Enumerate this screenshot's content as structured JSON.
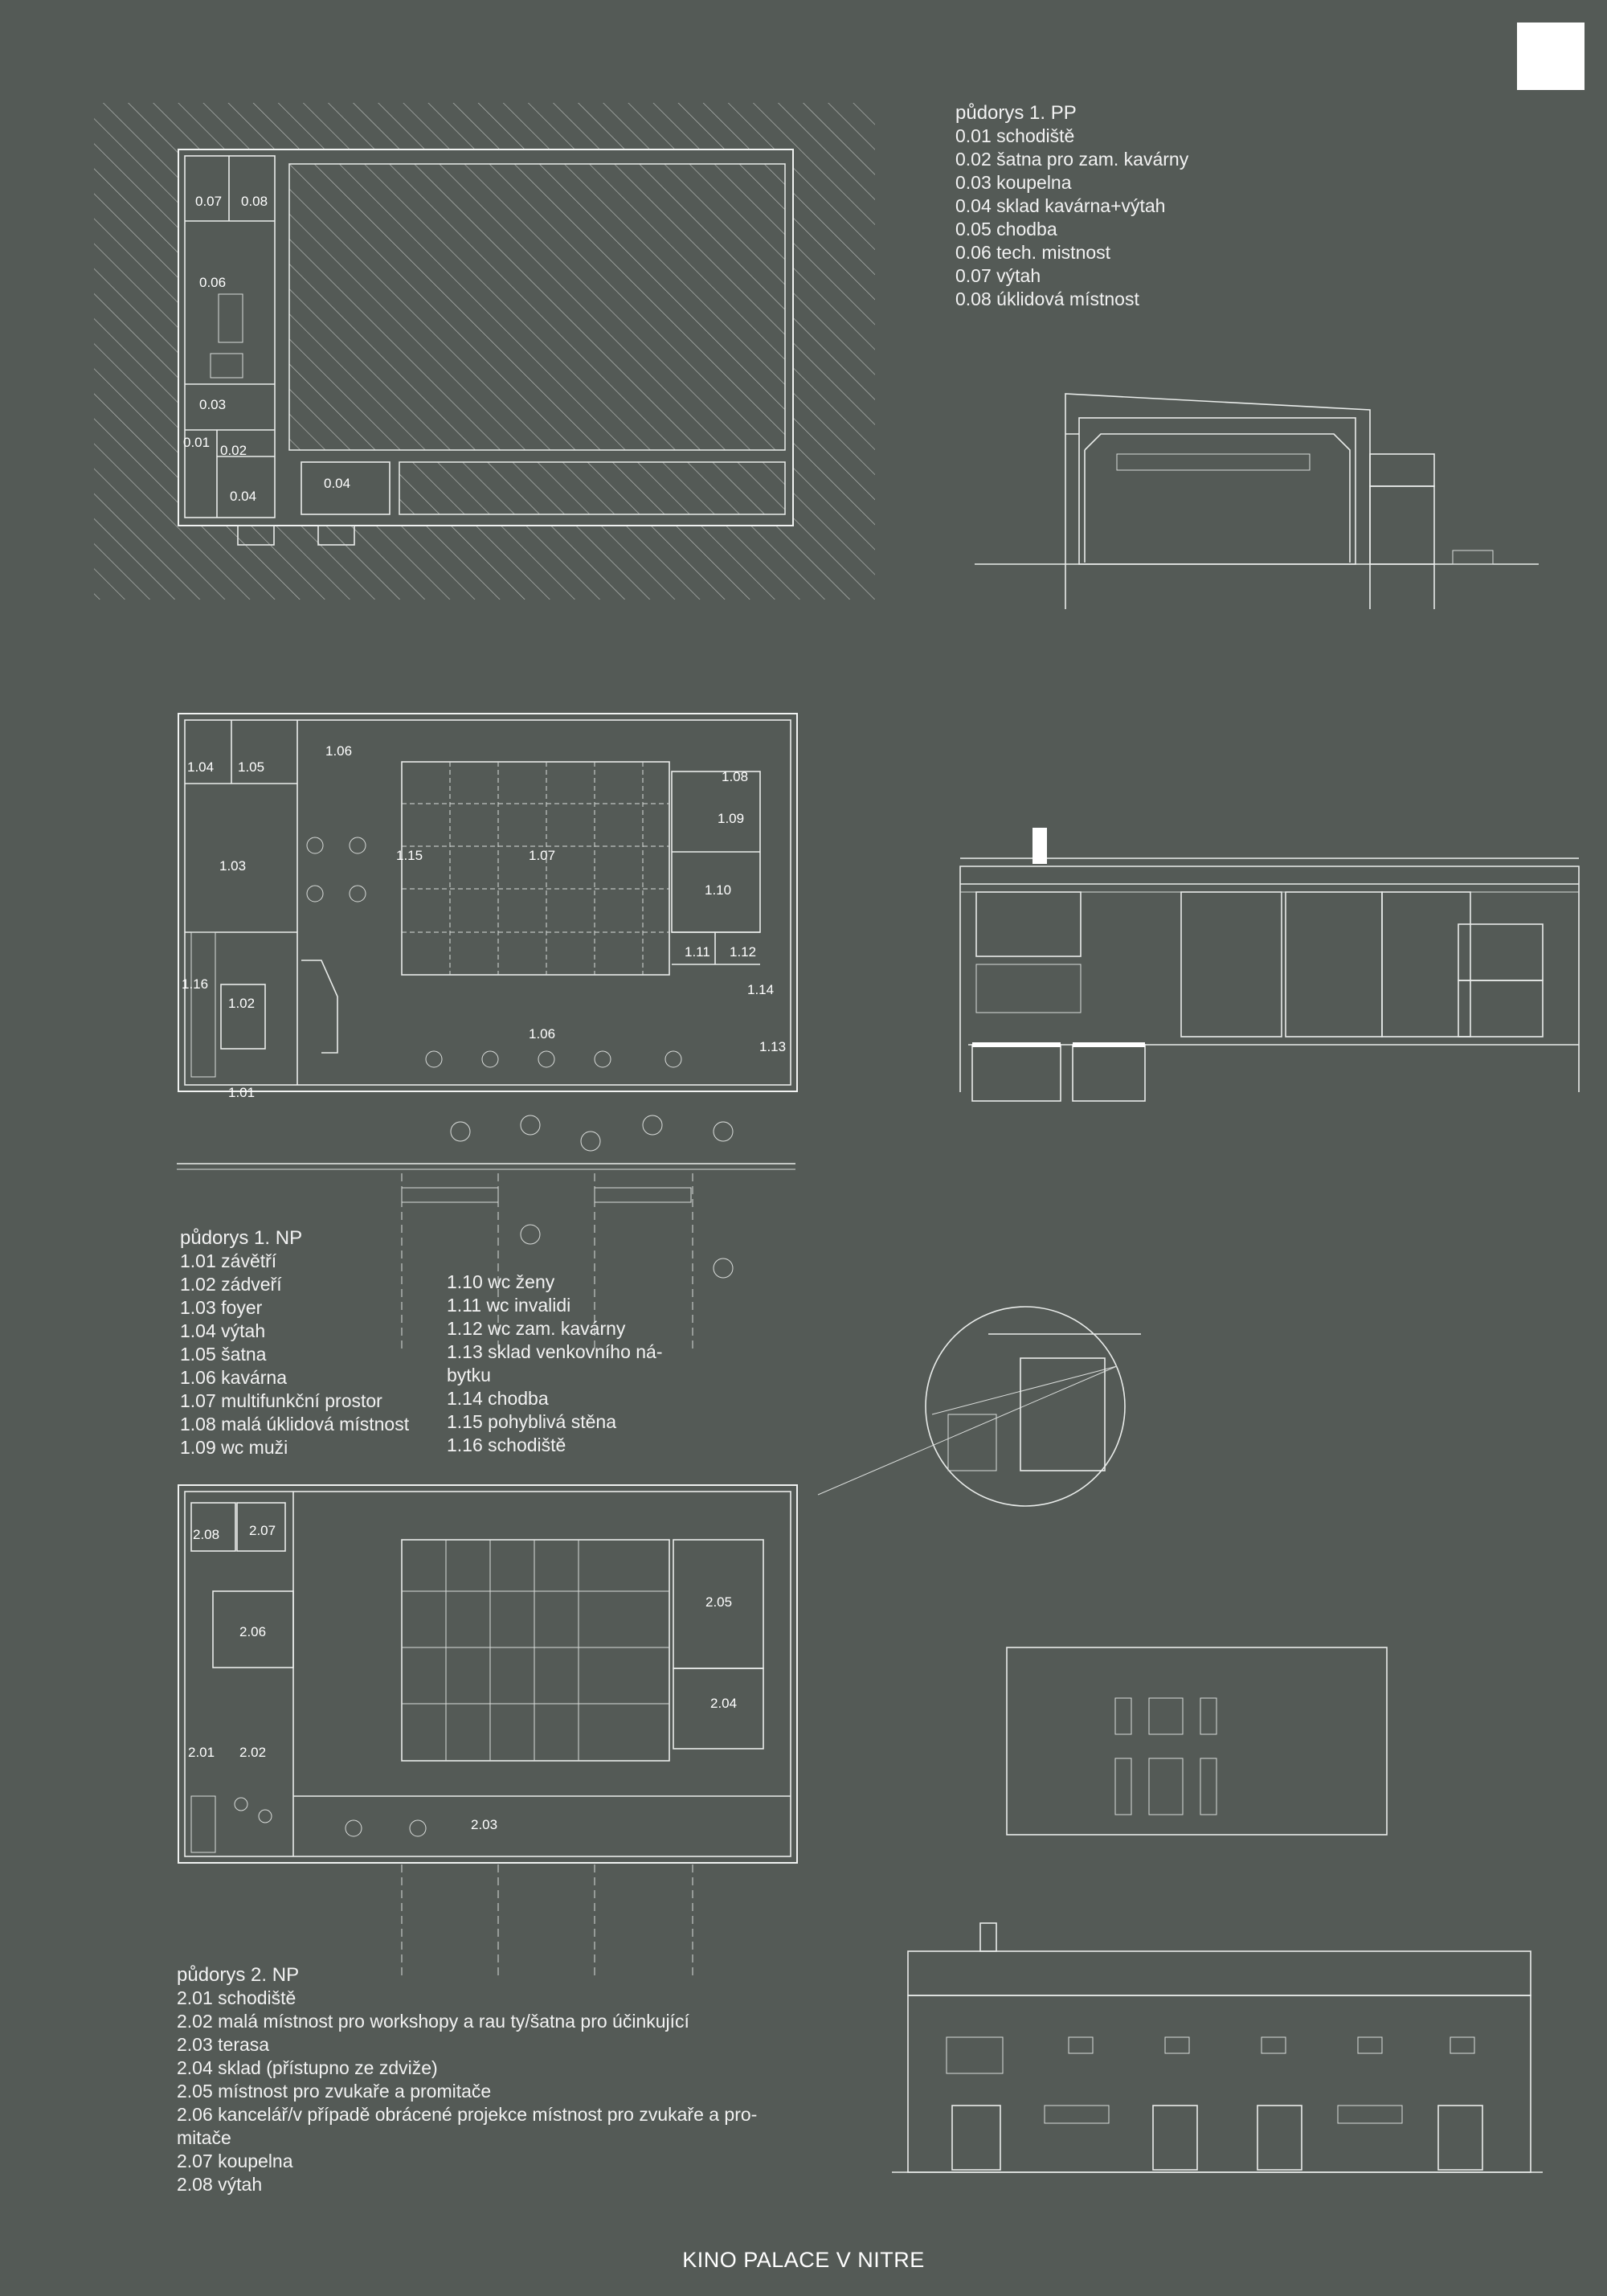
{
  "sheet_title": "KINO PALACE V NITRE",
  "legend_pp": {
    "title": "půdorys 1. PP",
    "items": [
      "0.01 schodiště",
      "0.02 šatna pro zam. kavárny",
      "0.03 koupelna",
      "0.04 sklad kavárna+výtah",
      "0.05 chodba",
      "0.06 tech. mistnost",
      "0.07 výtah",
      "0.08 úklidová místnost"
    ]
  },
  "legend_np1": {
    "title": "půdorys 1. NP",
    "col1": [
      "1.01 závětří",
      "1.02 zádveří",
      "1.03 foyer",
      "1.04 výtah",
      "1.05 šatna",
      "1.06 kavárna",
      "1.07 multifunkční prostor",
      "1.08 malá úklidová místnost",
      "1.09 wc muži"
    ],
    "col2": [
      "1.10 wc ženy",
      "1.11 wc invalidi",
      "1.12 wc zam. kavárny",
      "1.13 sklad venkovního ná-",
      "bytku",
      "1.14 chodba",
      "1.15 pohyblivá stěna",
      "1.16 schodiště"
    ]
  },
  "legend_np2": {
    "title": "půdorys 2. NP",
    "items": [
      "2.01 schodiště",
      "2.02 malá místnost pro workshopy a rau      ty/šatna pro účinkující",
      "2.03 terasa",
      "2.04 sklad (přístupno ze zdviže)",
      "2.05 místnost pro zvukaře a promitače",
      "2.06 kancelář/v případě obrácené projekce místnost pro zvukaře a pro-",
      "mitače",
      "2.07 koupelna",
      "2.08 výtah"
    ]
  },
  "room_labels_pp": [
    "0.07",
    "0.08",
    "0.06",
    "0.03",
    "0.01",
    "0.02",
    "0.04",
    "0.04"
  ],
  "room_labels_np1": [
    "1.04",
    "1.05",
    "1.06",
    "1.03",
    "1.15",
    "1.07",
    "1.08",
    "1.09",
    "1.10",
    "1.11",
    "1.12",
    "1.14",
    "1.16",
    "1.02",
    "1.06",
    "1.13",
    "1.01"
  ],
  "room_labels_np2": [
    "2.08",
    "2.07",
    "2.06",
    "2.05",
    "2.04",
    "2.01",
    "2.02",
    "2.03"
  ],
  "colors": {
    "background": "#545a56",
    "lines": "#e9ecea",
    "text": "#ffffff"
  }
}
